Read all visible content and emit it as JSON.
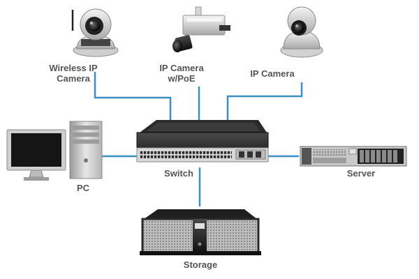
{
  "diagram": {
    "link_color": "#3a8fc0",
    "nodes": {
      "wireless_ip_camera": {
        "label_line1": "Wireless IP",
        "label_line2": "Camera",
        "icon": "wireless-ip-camera-icon"
      },
      "ip_camera_poe": {
        "label_line1": "IP Camera",
        "label_line2": "w/PoE",
        "icon": "box-ip-camera-icon"
      },
      "ip_camera": {
        "label": "IP Camera",
        "icon": "dome-ip-camera-icon"
      },
      "pc": {
        "label": "PC",
        "icon": "desktop-pc-icon"
      },
      "switch": {
        "label": "Switch",
        "icon": "network-switch-icon"
      },
      "server": {
        "label": "Server",
        "icon": "rack-server-icon"
      },
      "storage": {
        "label": "Storage",
        "icon": "storage-array-icon"
      }
    },
    "links": [
      [
        "wireless_ip_camera",
        "switch"
      ],
      [
        "ip_camera_poe",
        "switch"
      ],
      [
        "ip_camera",
        "switch"
      ],
      [
        "pc",
        "switch"
      ],
      [
        "switch",
        "server"
      ],
      [
        "switch",
        "storage"
      ]
    ]
  }
}
